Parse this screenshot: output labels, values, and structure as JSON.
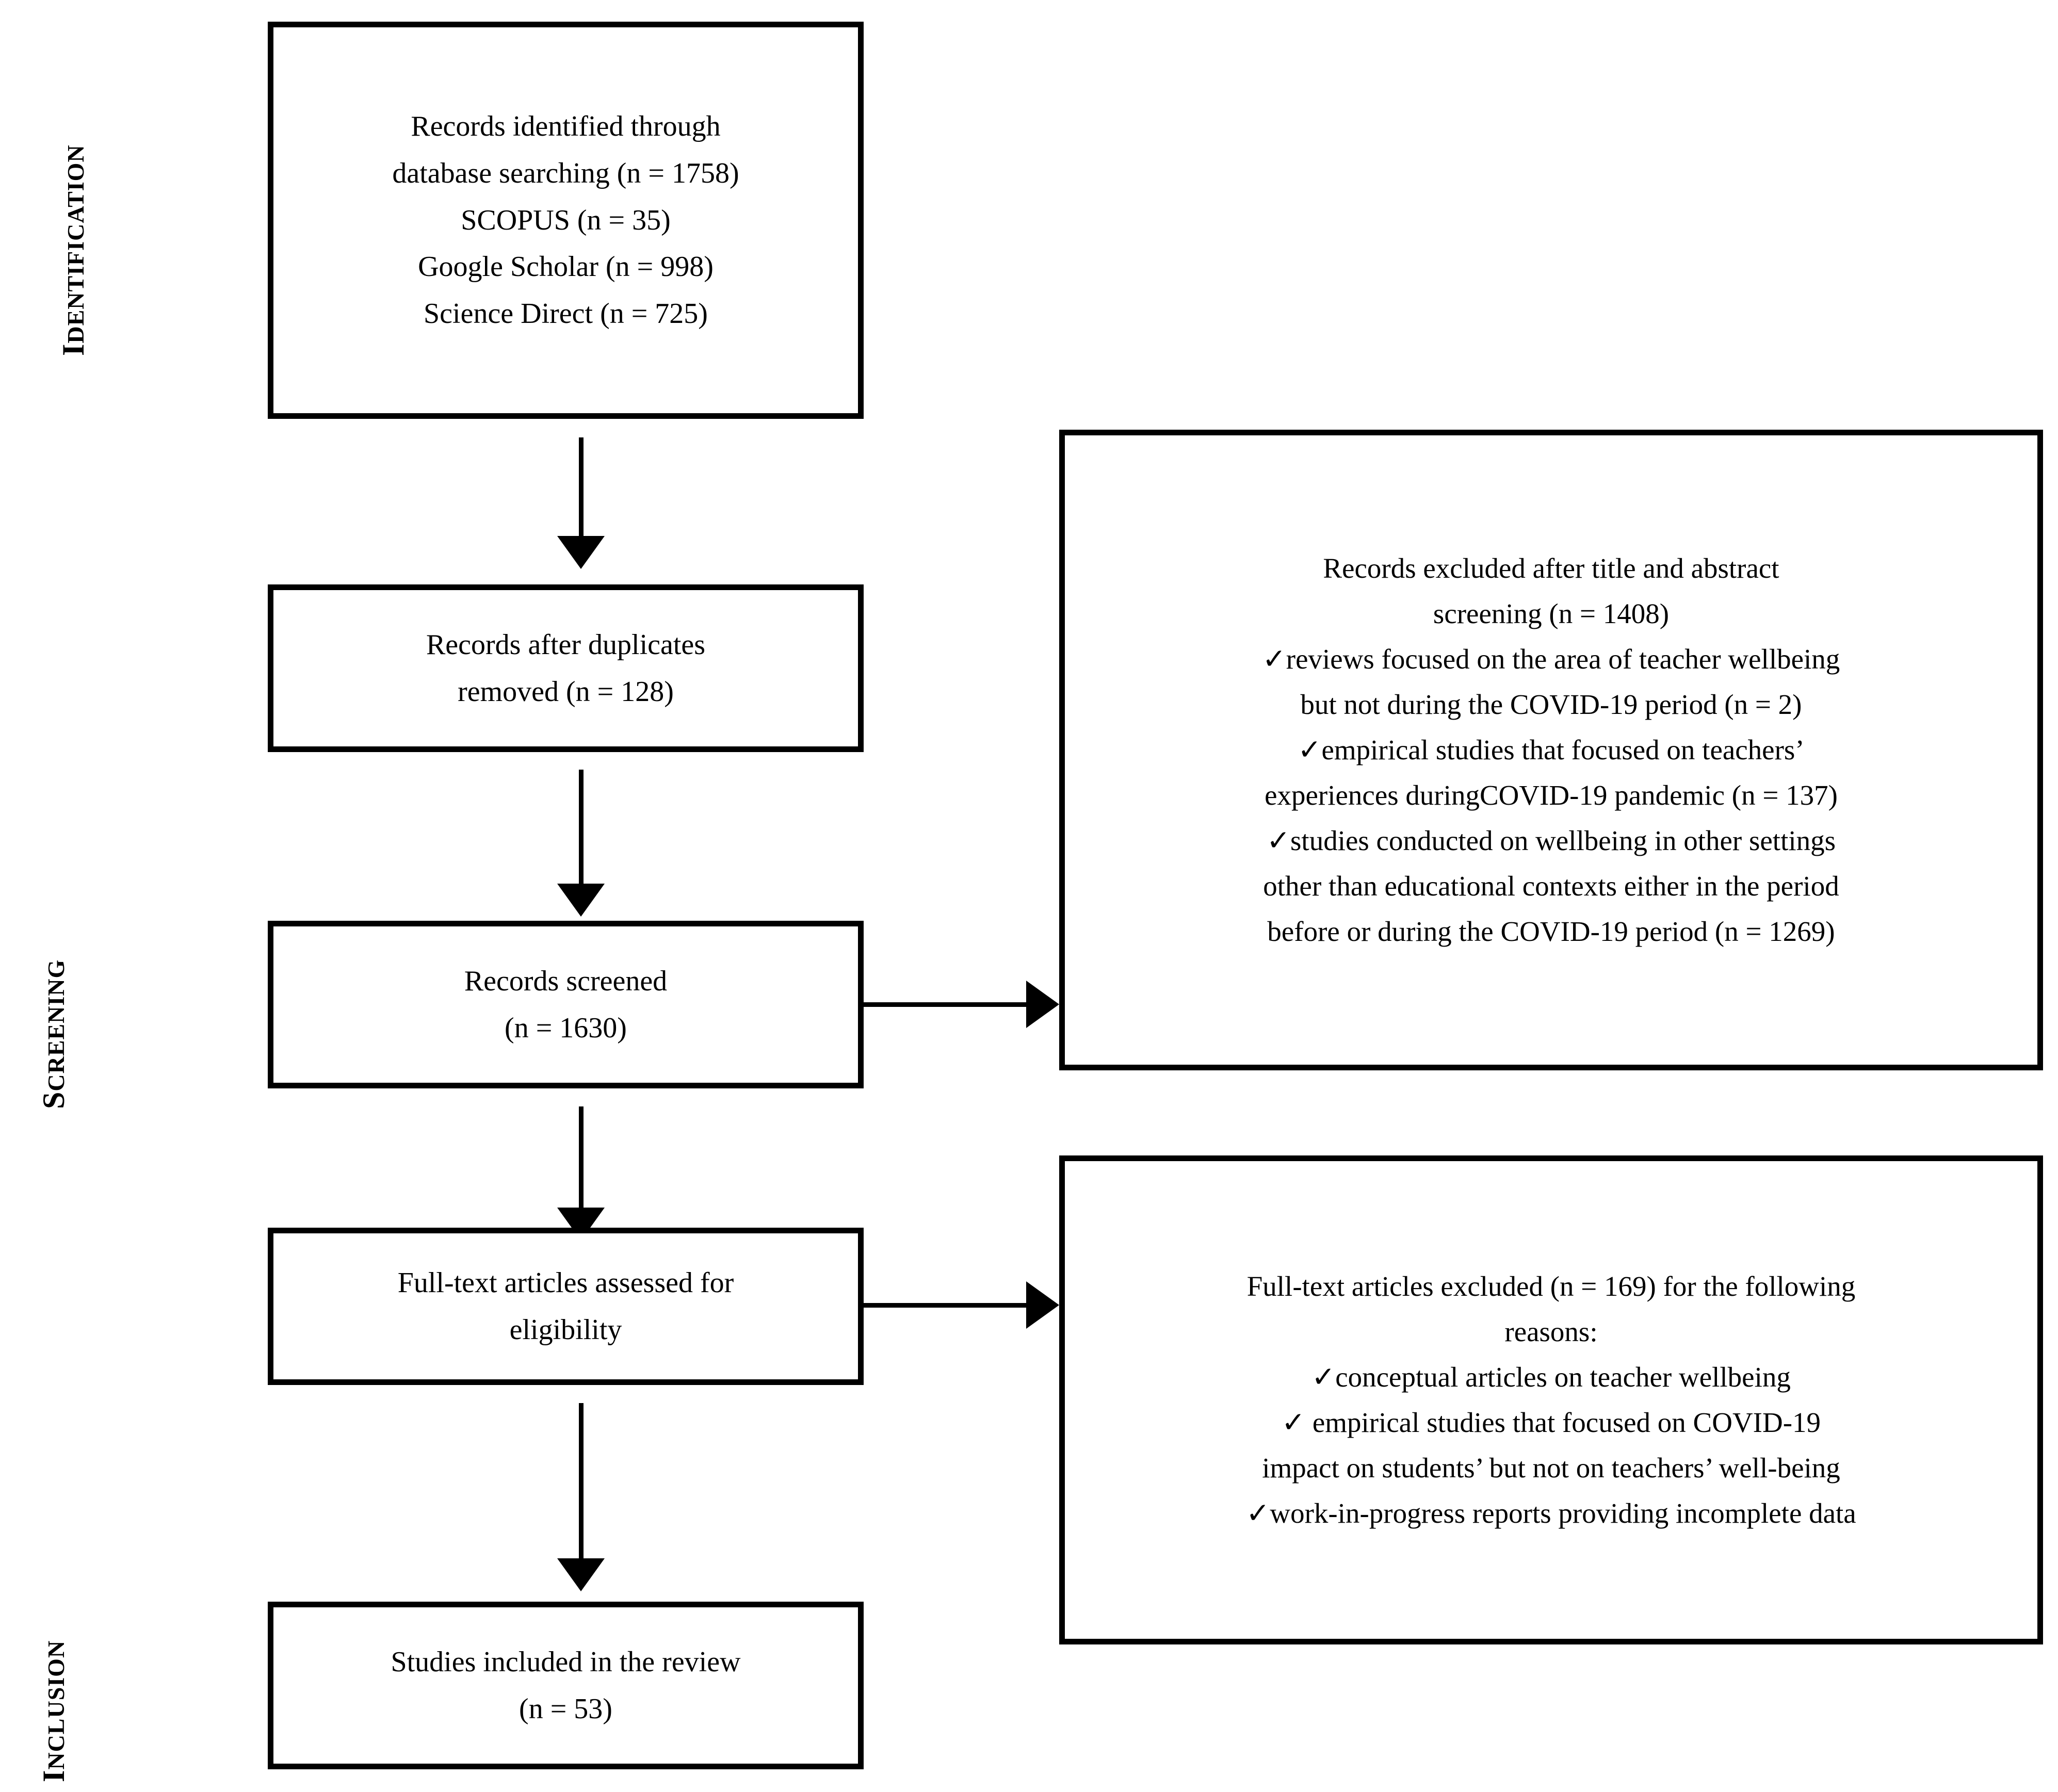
{
  "diagram": {
    "title": "PRISMA flow diagram",
    "colors": {
      "box_border": "#000000",
      "background": "#ffffff",
      "text": "#000000",
      "arrow": "#000000"
    }
  },
  "stages": [
    {
      "id": "identification",
      "label": "IDENTIFICATION",
      "first": "I",
      "rest": "DENTIFICATION"
    },
    {
      "id": "screening",
      "label": "SCREENING",
      "first": "S",
      "rest": "CREENING"
    },
    {
      "id": "inclusion",
      "label": "INCLUSION",
      "first": "I",
      "rest": "NCLUSION"
    }
  ],
  "boxes": {
    "identified": {
      "name": "records-identified",
      "lines": [
        "Records identified through",
        "database searching (n = 1758)",
        "SCOPUS (n = 35)",
        "Google Scholar (n = 998)",
        "Science Direct (n = 725)"
      ]
    },
    "duplicates_removed": {
      "name": "records-after-duplicates-removed",
      "lines": [
        "Records after duplicates",
        "removed (n = 128)"
      ]
    },
    "screened": {
      "name": "records-screened",
      "lines": [
        "Records screened",
        "(n = 1630)"
      ]
    },
    "fulltext_assessed": {
      "name": "full-text-articles-assessed",
      "lines": [
        "Full-text articles assessed for",
        "eligibility"
      ]
    },
    "included": {
      "name": "studies-included",
      "lines": [
        "Studies included in the review",
        "(n = 53)"
      ]
    },
    "excluded_screening": {
      "name": "records-excluded-screening",
      "lines": [
        "Records excluded after title and abstract",
        "screening (n = 1408)",
        "✓reviews focused on the area of teacher wellbeing",
        "but not during the COVID-19 period (n = 2)",
        "✓empirical studies that focused on teachers’",
        "experiences duringCOVID-19 pandemic (n = 137)",
        "✓studies conducted on wellbeing in other settings",
        "other than educational contexts either in the period",
        "before or during the COVID-19 period (n = 1269)"
      ]
    },
    "excluded_fulltext": {
      "name": "full-text-articles-excluded",
      "lines": [
        "Full-text articles excluded (n = 169) for the following",
        "reasons:",
        "✓conceptual articles on teacher wellbeing",
        "✓ empirical studies that focused on COVID-19",
        "impact on students’ but not on teachers’ well-being",
        "✓work-in-progress reports providing incomplete data"
      ]
    }
  },
  "arrows": [
    {
      "name": "arrow-identified-to-duplicates",
      "direction": "down"
    },
    {
      "name": "arrow-duplicates-to-screened",
      "direction": "down"
    },
    {
      "name": "arrow-screened-to-fulltext",
      "direction": "down"
    },
    {
      "name": "arrow-fulltext-to-included",
      "direction": "down"
    },
    {
      "name": "arrow-screened-to-excluded",
      "direction": "right"
    },
    {
      "name": "arrow-fulltext-to-excluded",
      "direction": "right"
    }
  ]
}
